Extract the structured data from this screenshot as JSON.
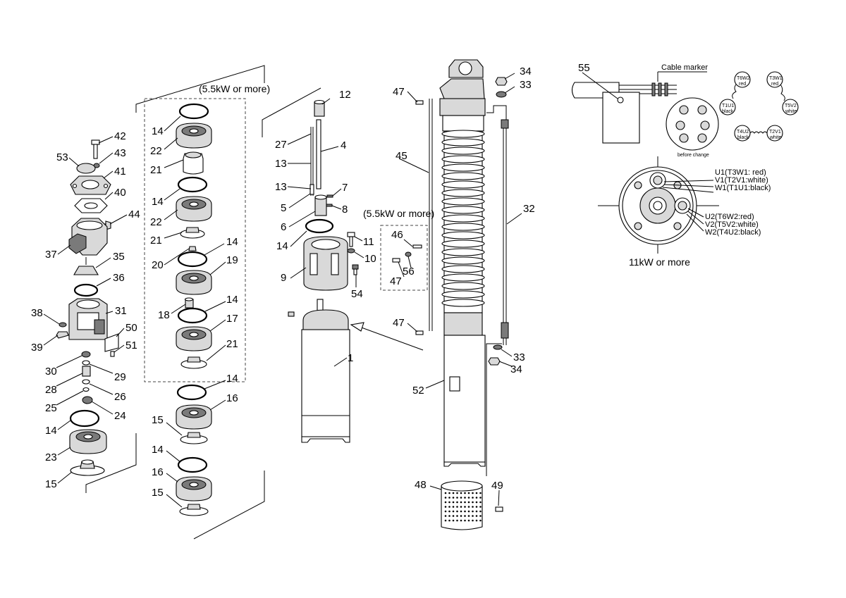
{
  "notes": {
    "power_left": "(5.5kW or more)",
    "power_mid": "(5.5kW or more)",
    "power_right": "11kW or more",
    "cable_marker": "Cable marker",
    "before_change": "before change"
  },
  "terminals": {
    "t6w2": "T6W2",
    "t6w2_c": "red",
    "t3w1": "T3W1",
    "t3w1_c": "red",
    "t1u1": "T1U1",
    "t1u1_c": "black",
    "t5v2": "T5V2",
    "t5v2_c": "white",
    "t4u2": "T4U2",
    "t4u2_c": "black",
    "t2v1": "T2V1",
    "t2v1_c": "white"
  },
  "wiring": {
    "u1": "U1(T3W1: red)",
    "v1": "V1(T2V1:white)",
    "w1": "W1(T1U1:black)",
    "u2": "U2(T6W2:red)",
    "v2": "V2(T5V2:white)",
    "w2": "W2(T4U2:black)"
  },
  "labels": {
    "l1": "1",
    "l4": "4",
    "l5": "5",
    "l6": "6",
    "l7": "7",
    "l8": "8",
    "l9": "9",
    "l10": "10",
    "l11": "11",
    "l12": "12",
    "l13a": "13",
    "l13b": "13",
    "l14_a": "14",
    "l14_b": "14",
    "l14_c": "14",
    "l14_d": "14",
    "l14_e": "14",
    "l14_f": "14",
    "l14_g": "14",
    "l14_h": "14",
    "l15_a": "15",
    "l15_b": "15",
    "l15_c": "15",
    "l16_a": "16",
    "l16_b": "16",
    "l17": "17",
    "l18": "18",
    "l19": "19",
    "l20": "20",
    "l21_a": "21",
    "l21_b": "21",
    "l21_c": "21",
    "l22_a": "22",
    "l22_b": "22",
    "l23": "23",
    "l24": "24",
    "l25": "25",
    "l26": "26",
    "l27": "27",
    "l28": "28",
    "l29": "29",
    "l30": "30",
    "l31": "31",
    "l32": "32",
    "l33_a": "33",
    "l33_b": "33",
    "l34_a": "34",
    "l34_b": "34",
    "l35": "35",
    "l36": "36",
    "l37": "37",
    "l38": "38",
    "l39": "39",
    "l40": "40",
    "l41": "41",
    "l42": "42",
    "l43": "43",
    "l44": "44",
    "l45": "45",
    "l46": "46",
    "l47_a": "47",
    "l47_b": "47",
    "l47_c": "47",
    "l48": "48",
    "l49": "49",
    "l50": "50",
    "l51": "51",
    "l52": "52",
    "l53": "53",
    "l54": "54",
    "l55": "55",
    "l56": "56"
  }
}
